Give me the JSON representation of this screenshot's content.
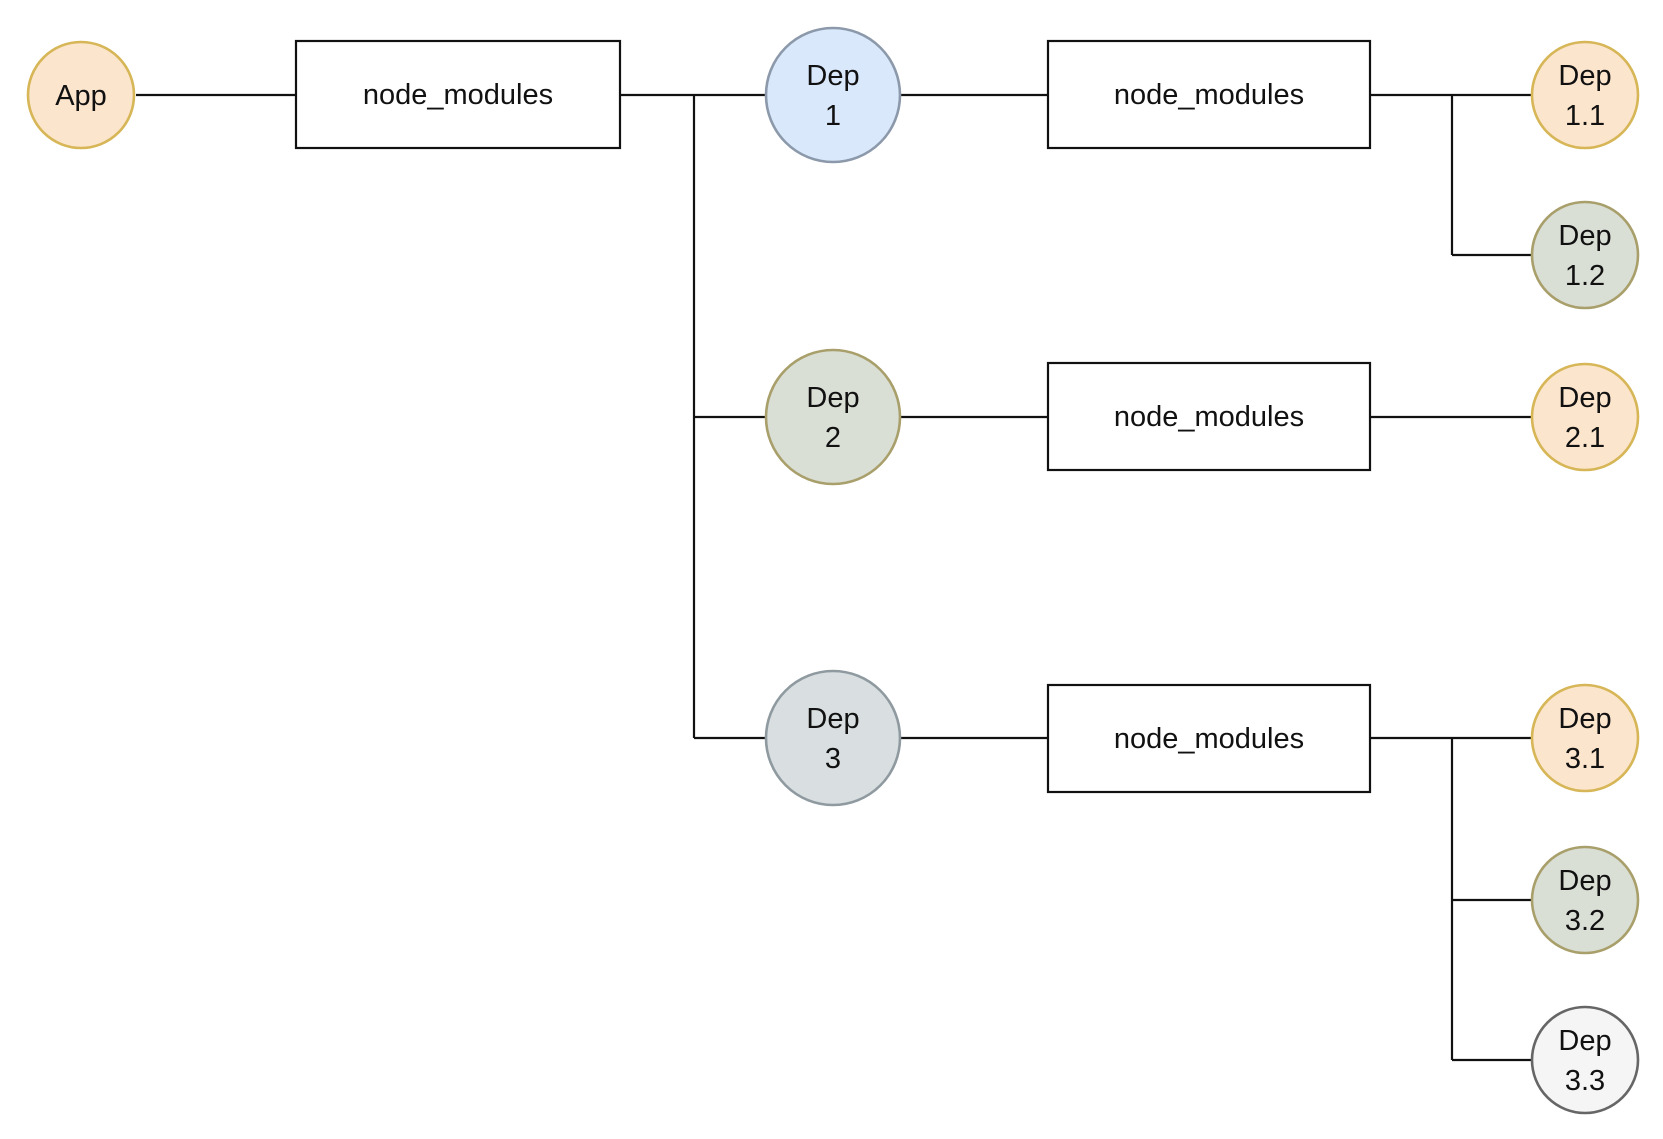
{
  "colors": {
    "peach_fill": "#fce5cd",
    "peach_stroke": "#d6b656",
    "blue_fill": "#dae8fc",
    "blue_stroke": "#8c99aa",
    "sage_fill": "#dadfd6",
    "sage_stroke": "#a89f6b",
    "slate_fill": "#d9dfe0",
    "slate_stroke": "#8f9aa0",
    "light_fill": "#f5f5f5",
    "light_stroke": "#666666"
  },
  "nodes": {
    "app": {
      "line1": "App",
      "line2": "",
      "color": "peach"
    },
    "dep1": {
      "line1": "Dep",
      "line2": "1",
      "color": "blue"
    },
    "dep2": {
      "line1": "Dep",
      "line2": "2",
      "color": "sage"
    },
    "dep3": {
      "line1": "Dep",
      "line2": "3",
      "color": "slate"
    },
    "dep11": {
      "line1": "Dep",
      "line2": "1.1",
      "color": "peach"
    },
    "dep12": {
      "line1": "Dep",
      "line2": "1.2",
      "color": "sage"
    },
    "dep21": {
      "line1": "Dep",
      "line2": "2.1",
      "color": "peach"
    },
    "dep31": {
      "line1": "Dep",
      "line2": "3.1",
      "color": "peach"
    },
    "dep32": {
      "line1": "Dep",
      "line2": "3.2",
      "color": "sage"
    },
    "dep33": {
      "line1": "Dep",
      "line2": "3.3",
      "color": "light"
    }
  },
  "boxes": {
    "nm_root": "node_modules",
    "nm_dep1": "node_modules",
    "nm_dep2": "node_modules",
    "nm_dep3": "node_modules"
  }
}
